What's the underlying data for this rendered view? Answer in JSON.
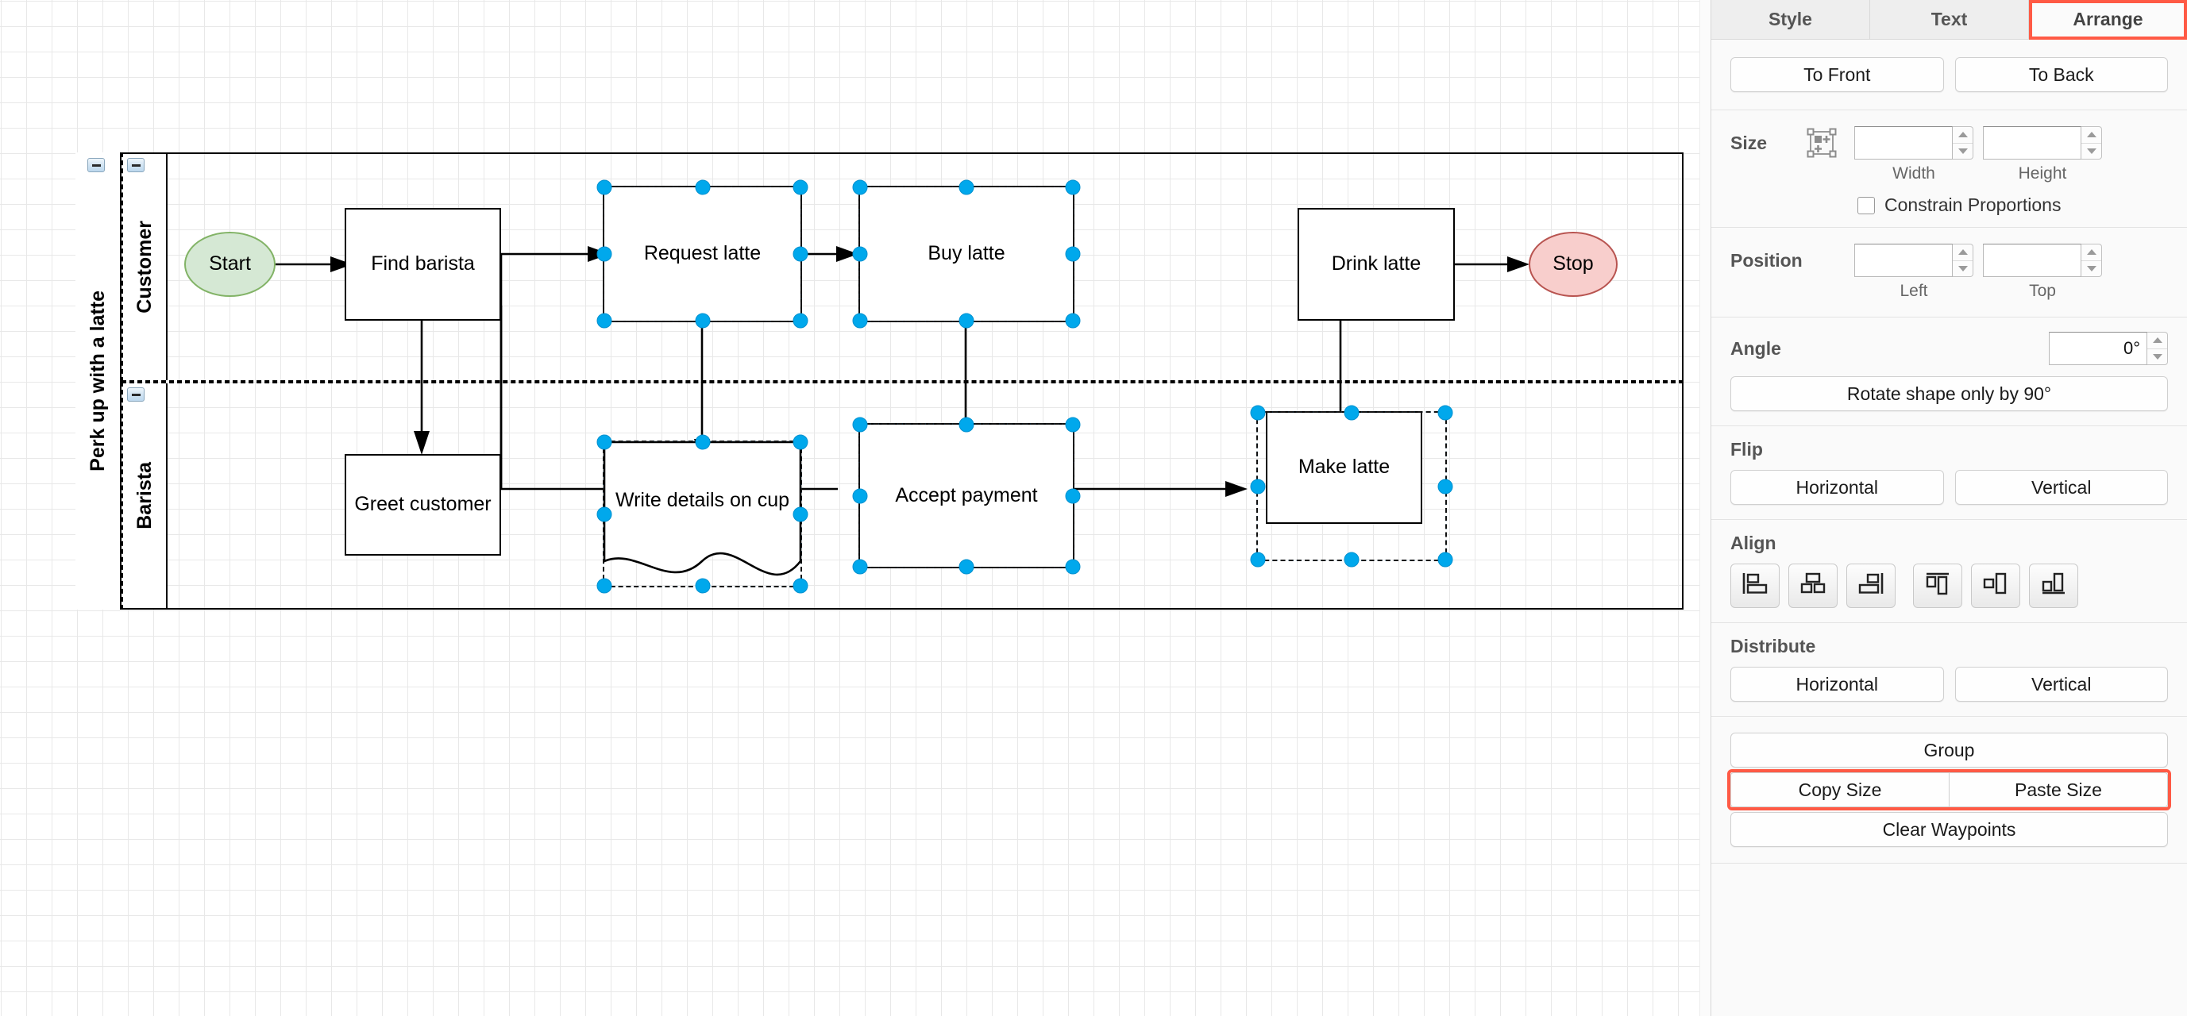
{
  "diagram": {
    "pool_title": "Perk up with a latte",
    "lanes": [
      {
        "name": "Customer"
      },
      {
        "name": "Barista"
      }
    ],
    "collapse_icon": "minus-collapse-icon",
    "nodes": [
      {
        "id": "start",
        "label": "Start",
        "shape": "ellipse",
        "lane": "Customer",
        "selected": false
      },
      {
        "id": "find-barista",
        "label": "Find barista",
        "shape": "rectangle",
        "lane": "Customer",
        "selected": false
      },
      {
        "id": "request-latte",
        "label": "Request latte",
        "shape": "rectangle",
        "lane": "Customer",
        "selected": true
      },
      {
        "id": "buy-latte",
        "label": "Buy latte",
        "shape": "rectangle",
        "lane": "Customer",
        "selected": true
      },
      {
        "id": "drink-latte",
        "label": "Drink latte",
        "shape": "rectangle",
        "lane": "Customer",
        "selected": false
      },
      {
        "id": "stop",
        "label": "Stop",
        "shape": "ellipse",
        "lane": "Customer",
        "selected": false
      },
      {
        "id": "greet-customer",
        "label": "Greet customer",
        "shape": "rectangle",
        "lane": "Barista",
        "selected": false
      },
      {
        "id": "write-details",
        "label": "Write details on cup",
        "shape": "document",
        "lane": "Barista",
        "selected": true
      },
      {
        "id": "accept-payment",
        "label": "Accept payment",
        "shape": "rectangle",
        "lane": "Barista",
        "selected": true
      },
      {
        "id": "make-latte",
        "label": "Make latte",
        "shape": "rectangle",
        "lane": "Barista",
        "selected": true
      }
    ],
    "colors": {
      "start_fill": "#d5e8d4",
      "start_stroke": "#82b366",
      "stop_fill": "#f8cecc",
      "stop_stroke": "#b85450",
      "selection": "#00a8ec",
      "grid": "#e8e8e8"
    }
  },
  "panel": {
    "tabs": [
      {
        "label": "Style",
        "active": false,
        "highlighted": false
      },
      {
        "label": "Text",
        "active": false,
        "highlighted": false
      },
      {
        "label": "Arrange",
        "active": true,
        "highlighted": true
      }
    ],
    "order": {
      "to_front": "To Front",
      "to_back": "To Back"
    },
    "size": {
      "label": "Size",
      "icon": "size-bounds-icon",
      "width_value": "",
      "width_label": "Width",
      "height_value": "",
      "height_label": "Height",
      "constrain_label": "Constrain Proportions",
      "constrain_checked": false
    },
    "position": {
      "label": "Position",
      "left_value": "",
      "left_label": "Left",
      "top_value": "",
      "top_label": "Top"
    },
    "angle": {
      "label": "Angle",
      "value": "0°",
      "rotate_button": "Rotate shape only by 90°"
    },
    "flip": {
      "label": "Flip",
      "horizontal": "Horizontal",
      "vertical": "Vertical"
    },
    "align": {
      "label": "Align",
      "buttons": [
        {
          "name": "align-left-icon"
        },
        {
          "name": "align-center-icon"
        },
        {
          "name": "align-right-icon"
        },
        {
          "name": "align-top-icon"
        },
        {
          "name": "align-middle-icon"
        },
        {
          "name": "align-bottom-icon"
        }
      ]
    },
    "distribute": {
      "label": "Distribute",
      "horizontal": "Horizontal",
      "vertical": "Vertical"
    },
    "actions": {
      "group": "Group",
      "copy_size": "Copy Size",
      "paste_size": "Paste Size",
      "clear_waypoints": "Clear Waypoints",
      "highlight_color": "#ff5a45"
    }
  }
}
